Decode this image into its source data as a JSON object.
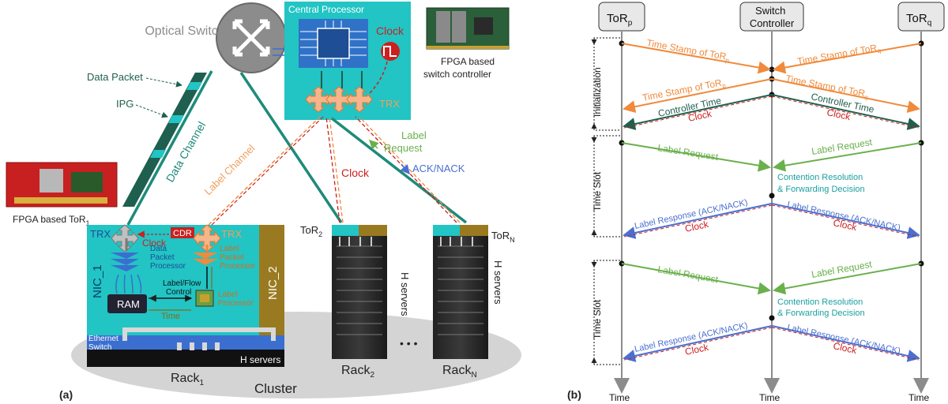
{
  "panel_a": {
    "label": "(a)",
    "optical_switch": "Optical Switch",
    "central_processor": "Central Processor",
    "clock_label": "Clock",
    "trx": "TRX",
    "fpga_switch_controller": "FPGA based switch controller",
    "data_packet": "Data Packet",
    "ipg": "IPG",
    "data_channel": "Data Channel",
    "label_channel": "Label Channel",
    "clock_link": "Clock",
    "label_request": "Label Request",
    "ack_nack": "ACK/NACK",
    "fpga_tor": "FPGA based ToR",
    "fpga_tor_sub": "1",
    "nic1": {
      "trx_left": "TRX",
      "trx_right": "TRX",
      "cdr": "CDR",
      "clock": "Clock",
      "data_packet_processor": "Data Packet Processor",
      "label_packet_processor": "Label Packet Processor",
      "label_flow_control": "Label/Flow Control",
      "ram": "RAM",
      "time": "Time",
      "label_processor": "Label Processor",
      "nic1": "NIC_1",
      "nic2": "NIC_2",
      "ethernet_switch": "Ethernet Switch",
      "h_servers": "H servers"
    },
    "rack1": "Rack",
    "rack1_sub": "1",
    "rack2": "Rack",
    "rack2_sub": "2",
    "rackN": "Rack",
    "rackN_sub": "N",
    "tor2": "ToR",
    "tor2_sub": "2",
    "torN": "ToR",
    "torN_sub": "N",
    "h_servers_2": "H servers",
    "h_servers_n": "H servers",
    "ellipsis": "• • •",
    "cluster": "Cluster"
  },
  "panel_b": {
    "label": "(b)",
    "tor_p": "ToR",
    "tor_p_sub": "p",
    "switch_controller_1": "Switch",
    "switch_controller_2": "Controller",
    "tor_q": "ToR",
    "tor_q_sub": "q",
    "ts_tor_p_1": "Time Stamp of ToR",
    "ts_tor_p_1_sub": "p",
    "ts_tor_q_1": "Time Stamp of ToR",
    "ts_tor_q_1_sub": "q",
    "ts_tor_p_2": "Time Stamp of ToR",
    "ts_tor_p_2_sub": "p",
    "ts_tor_q_2": "Time Stamp of ToR",
    "ts_tor_q_2_sub": "q",
    "controller_time_l": "Controller Time",
    "controller_time_r": "Controller Time",
    "clock_l1": "Clock",
    "clock_r1": "Clock",
    "initialization": "Initialization",
    "time_slot_1": "Time Slot",
    "time_slot_2": "Time Slot",
    "label_request_l1": "Label Request",
    "label_request_r1": "Label Request",
    "contention_1a": "Contention Resolution",
    "contention_1b": "& Forwarding Decision",
    "label_response_l1": "Label Response (ACK/NACK)",
    "label_response_r1": "Label Response (ACK/NACK)",
    "clock_l2": "Clock",
    "clock_r2": "Clock",
    "label_request_l2": "Label Request",
    "label_request_r2": "Label Request",
    "contention_2a": "Contention Resolution",
    "contention_2b": "& Forwarding Decision",
    "label_response_l2": "Label Response (ACK/NACK)",
    "label_response_r2": "Label Response (ACK/NACK)",
    "clock_l3": "Clock",
    "clock_r3": "Clock",
    "time_l": "Time",
    "time_c": "Time",
    "time_r": "Time"
  },
  "colors": {
    "teal_panel": "#22c4c4",
    "dark_teal": "#1f8a7a",
    "orange": "#f08a3c",
    "green": "#6ab04c",
    "blue": "#4a6fd0",
    "red": "#cc1f1f",
    "olive": "#8a6a10",
    "gray_line": "#8c8c8c"
  }
}
